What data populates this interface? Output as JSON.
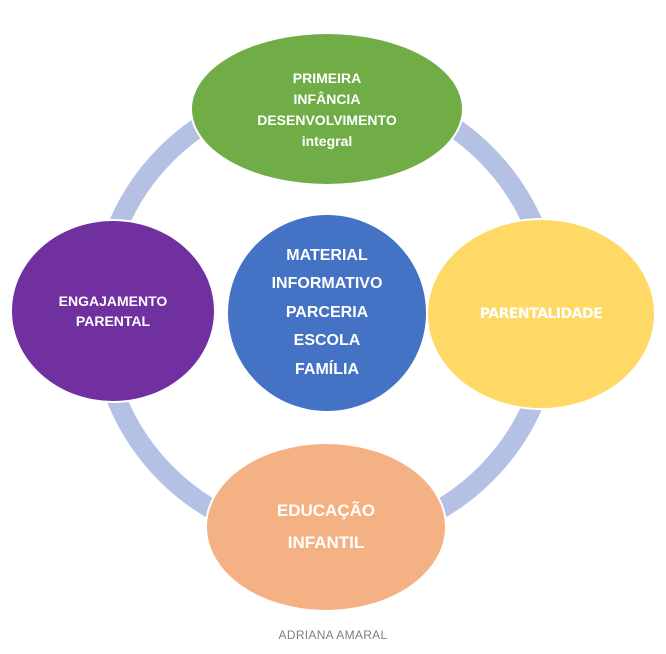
{
  "diagram": {
    "center": {
      "lines": [
        "MATERIAL",
        "INFORMATIVO",
        "PARCERIA",
        "ESCOLA",
        "FAMÍLIA"
      ],
      "color": "#4472c4"
    },
    "top": {
      "lines": [
        "PRIMEIRA",
        "INFÂNCIA",
        "DESENVOLVIMENTO",
        "integral"
      ],
      "color": "#70ad47"
    },
    "left": {
      "lines": [
        "ENGAJAMENTO",
        "PARENTAL"
      ],
      "color": "#7030a0"
    },
    "right": {
      "lines": [
        "PARENTALIDADE"
      ],
      "color": "#ffd966"
    },
    "bottom": {
      "lines": [
        "EDUCAÇÃO",
        "INFANTIL"
      ],
      "color": "#f4b183"
    },
    "ring_color": "#b4c0e4"
  },
  "credit": "ADRIANA AMARAL"
}
